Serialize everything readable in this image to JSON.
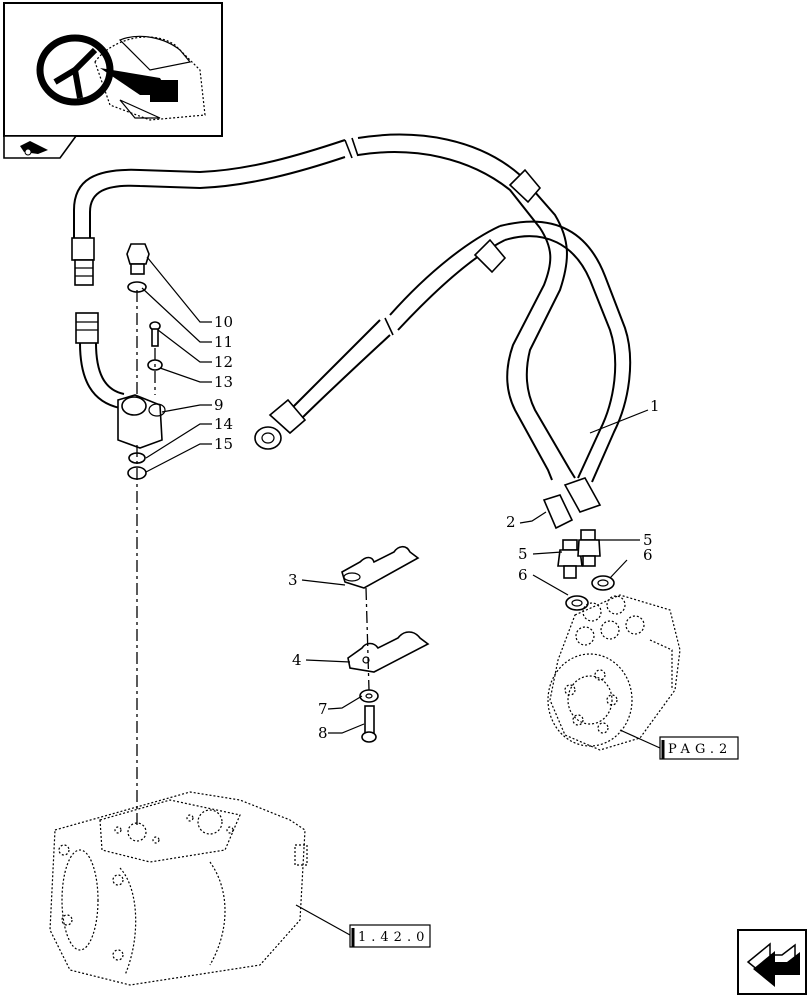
{
  "callouts": {
    "c1": "1",
    "c2": "2",
    "c3": "3",
    "c4": "4",
    "c5a": "5",
    "c5b": "5",
    "c6a": "6",
    "c6b": "6",
    "c7": "7",
    "c8": "8",
    "c9": "9",
    "c10": "10",
    "c11": "11",
    "c12": "12",
    "c13": "13",
    "c14": "14",
    "c15": "15"
  },
  "references": {
    "steering_unit": "PAG.2",
    "pump": "1.42.0"
  },
  "icons": {
    "thumbnail": "tractor-steering-wheel-icon",
    "section": "book-tractor-icon",
    "nav": "next-page-arrow-icon"
  }
}
